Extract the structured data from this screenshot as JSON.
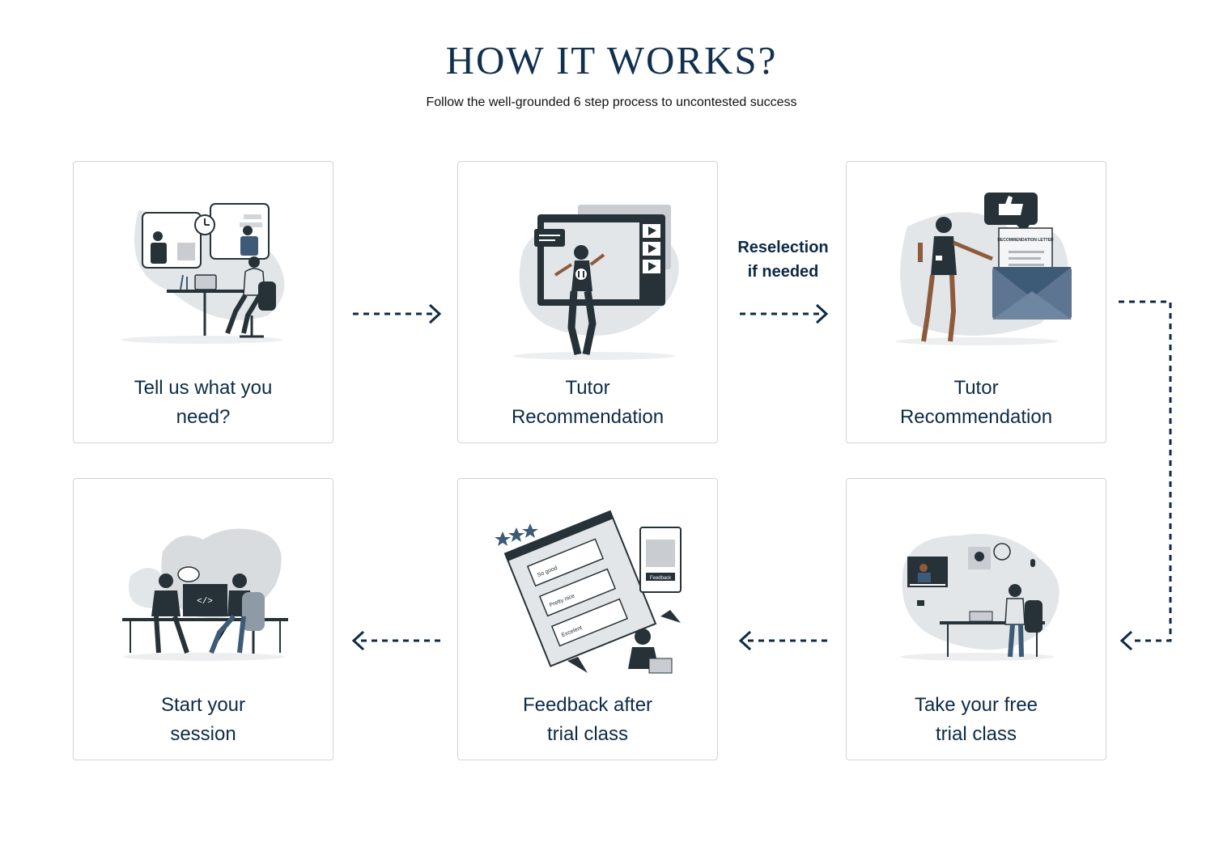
{
  "header": {
    "title": "HOW IT WORKS?",
    "subtitle": "Follow the well-grounded 6 step process to uncontested success"
  },
  "steps": [
    {
      "label_line1": "Tell us what you",
      "label_line2": "need?"
    },
    {
      "label_line1": "Tutor",
      "label_line2": "Recommendation"
    },
    {
      "label_line1": "Tutor",
      "label_line2": "Recommendation"
    },
    {
      "label_line1": "Take your free",
      "label_line2": "trial class"
    },
    {
      "label_line1": "Feedback after",
      "label_line2": "trial class"
    },
    {
      "label_line1": "Start your",
      "label_line2": "session"
    }
  ],
  "reselection": {
    "line1": "Reselection",
    "line2": "if needed"
  },
  "illustration_text": {
    "recommendation_letter": "RECOMMENDATION LETTER",
    "code_tag": "</>",
    "review_1": "So good",
    "review_2": "Pretty nice",
    "review_3": "Excelent",
    "feedback": "Feedback"
  },
  "colors": {
    "navy": "#0d2b45",
    "dark_slate": "#263238",
    "grey_blob": "#e3e6e9",
    "accent_blue": "#3d5a77"
  }
}
